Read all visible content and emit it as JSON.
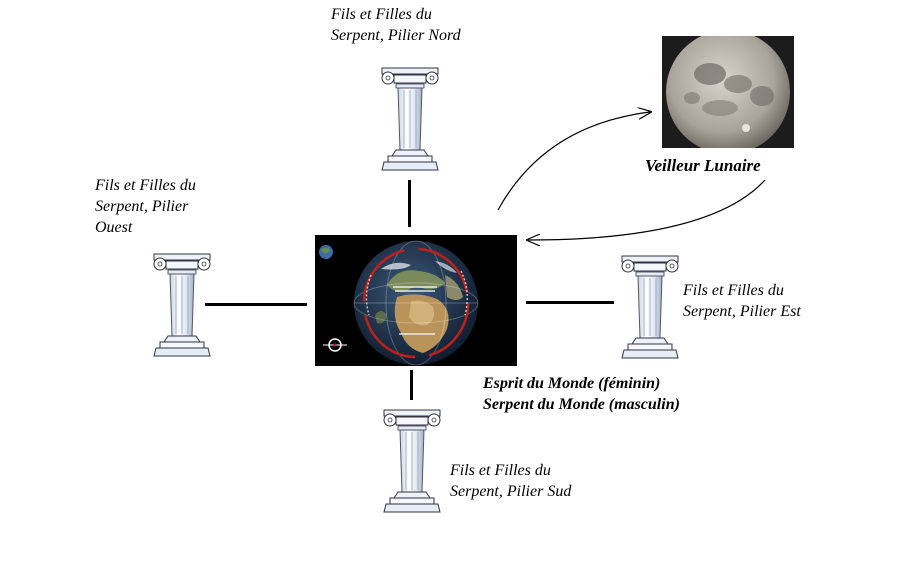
{
  "diagram": {
    "north_label": [
      "Fils et Filles du",
      "Serpent, Pilier Nord"
    ],
    "west_label": [
      "Fils et Filles du",
      "Serpent, Pilier",
      "Ouest"
    ],
    "east_label": [
      "Fils et Filles du",
      "Serpent, Pilier Est"
    ],
    "south_label": [
      "Fils et Filles du",
      "Serpent, Pilier Sud"
    ],
    "moon_label": "Veilleur Lunaire",
    "center_label": [
      "Esprit du Monde (féminin)",
      "Serpent du Monde (masculin)"
    ]
  }
}
